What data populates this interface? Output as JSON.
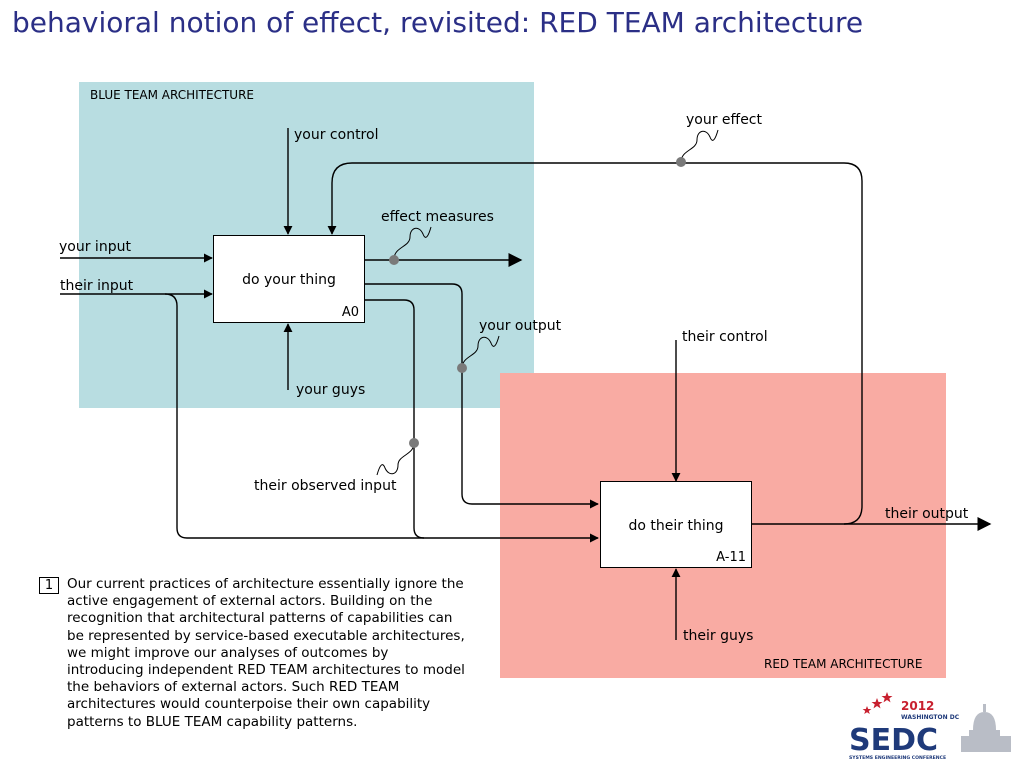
{
  "slide": {
    "title": "behavioral notion of effect, revisited: RED TEAM architecture"
  },
  "regions": {
    "blue": {
      "label": "BLUE TEAM ARCHITECTURE",
      "color": "#b8dde1"
    },
    "red": {
      "label": "RED TEAM ARCHITECTURE",
      "color": "#f9aba3"
    }
  },
  "boxes": {
    "blue_box": {
      "name": "do your thing",
      "node": "A0"
    },
    "red_box": {
      "name": "do their thing",
      "node": "A-11"
    }
  },
  "labels": {
    "your_control": "your control",
    "your_input": "your input",
    "their_input": "their input",
    "effect_measures": "effect measures",
    "your_effect": "your effect",
    "your_output": "your output",
    "your_guys": "your guys",
    "their_control": "their control",
    "their_observed_input": "their observed input",
    "their_output": "their output",
    "their_guys": "their guys"
  },
  "footnote": {
    "number": "1",
    "text": "Our current practices of architecture essentially ignore the active engagement of external actors. Building on the recognition that architectural patterns of capabilities can be represented by service-based executable architectures, we might improve our analyses of outcomes by introducing independent RED TEAM architectures to model the behaviors of external actors. Such RED TEAM architectures would counterpoise their own capability patterns to BLUE TEAM capability patterns."
  },
  "logo": {
    "year": "2012",
    "city": "WASHINGTON DC",
    "acronym": "SEDC",
    "tagline": "SYSTEMS ENGINEERING CONFERENCE"
  }
}
